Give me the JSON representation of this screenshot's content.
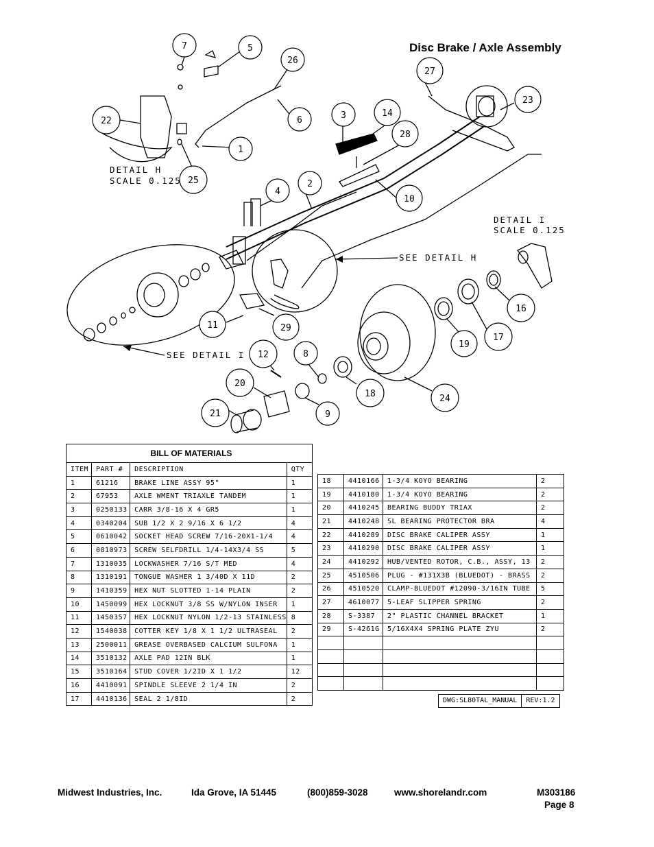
{
  "page_title": "Disc Brake / Axle Assembly",
  "detail_h": {
    "line1": "DETAIL  H",
    "line2": "SCALE  0.125"
  },
  "detail_i": {
    "line1": "DETAIL  I",
    "line2": "SCALE  0.125"
  },
  "see_detail_h": "SEE DETAIL  H",
  "see_detail_i": "SEE DETAIL  I",
  "callouts": [
    "7",
    "5",
    "26",
    "22",
    "6",
    "1",
    "25",
    "3",
    "14",
    "28",
    "27",
    "23",
    "4",
    "2",
    "10",
    "16",
    "17",
    "19",
    "11",
    "29",
    "12",
    "8",
    "20",
    "18",
    "24",
    "21",
    "9"
  ],
  "bom": {
    "title": "BILL OF MATERIALS",
    "headers": [
      "ITEM",
      "PART #",
      "DESCRIPTION",
      "QTY"
    ],
    "rows_left": [
      [
        "1",
        "61216",
        "BRAKE LINE ASSY 95\"",
        "1"
      ],
      [
        "2",
        "67953",
        "AXLE WMENT   TRIAXLE TANDEM",
        "1"
      ],
      [
        "3",
        "0250133",
        "CARR 3/8-16 X 4 GR5",
        "1"
      ],
      [
        "4",
        "0340204",
        "SUB 1/2 X 2 9/16 X 6 1/2",
        "4"
      ],
      [
        "5",
        "0610042",
        "SOCKET HEAD SCREW 7/16-20X1-1/4",
        "4"
      ],
      [
        "6",
        "0810973",
        "SCREW SELFDRILL  1/4-14X3/4 SS",
        "5"
      ],
      [
        "7",
        "1310035",
        "LOCKWASHER 7/16 S/T MED",
        "4"
      ],
      [
        "8",
        "1310191",
        "TONGUE WASHER 1 3/40D X 11D",
        "2"
      ],
      [
        "9",
        "1410359",
        "HEX NUT SLOTTED 1-14 PLAIN",
        "2"
      ],
      [
        "10",
        "1450099",
        "HEX LOCKNUT 3/8 SS W/NYLON INSER",
        "1"
      ],
      [
        "11",
        "1450357",
        "HEX LOCKNUT NYLON 1/2-13 STAINLESS",
        "8"
      ],
      [
        "12",
        "1540038",
        "COTTER KEY 1/8 X 1 1/2 ULTRASEAL",
        "2"
      ],
      [
        "13",
        "2500011",
        "GREASE OVERBASED CALCIUM SULFONA",
        "1"
      ],
      [
        "14",
        "3510132",
        "AXLE PAD 12IN  BLK",
        "1"
      ],
      [
        "15",
        "3510164",
        "STUD COVER 1/2ID X 1 1/2",
        "12"
      ],
      [
        "16",
        "4410091",
        "SPINDLE SLEEVE 2 1/4 IN",
        "2"
      ],
      [
        "17",
        "4410136",
        "SEAL  2 1/8ID",
        "2"
      ]
    ],
    "rows_right": [
      [
        "18",
        "4410166",
        "1-3/4 KOYO BEARING",
        "2"
      ],
      [
        "19",
        "4410180",
        "1-3/4 KOYO BEARING",
        "2"
      ],
      [
        "20",
        "4410245",
        "BEARING BUDDY TRIAX",
        "2"
      ],
      [
        "21",
        "4410248",
        "SL BEARING PROTECTOR BRA",
        "4"
      ],
      [
        "22",
        "4410289",
        "DISC BRAKE CALIPER ASSY",
        "1"
      ],
      [
        "23",
        "4410290",
        "DISC BRAKE CALIPER ASSY",
        "1"
      ],
      [
        "24",
        "4410292",
        "HUB/VENTED ROTOR, C.B., ASSY, 13",
        "2"
      ],
      [
        "25",
        "4510506",
        "PLUG - #131X3B (BLUEDOT) - BRASS",
        "2"
      ],
      [
        "26",
        "4510520",
        "CLAMP-BLUEDOT #12090-3/16IN TUBE",
        "5"
      ],
      [
        "27",
        "4610077",
        "5-LEAF SLIPPER SPRING",
        "2"
      ],
      [
        "28",
        "S-3387",
        "2\" PLASTIC CHANNEL BRACKET",
        "1"
      ],
      [
        "29",
        "S-4261G",
        "5/16X4X4 SPRING PLATE ZYU",
        "2"
      ],
      [
        "",
        "",
        "",
        ""
      ],
      [
        "",
        "",
        "",
        ""
      ],
      [
        "",
        "",
        "",
        ""
      ],
      [
        "",
        "",
        "",
        ""
      ]
    ],
    "dwg": "DWG:SL80TAL_MANUAL",
    "rev": "REV:1.2"
  },
  "footer": {
    "company": "Midwest Industries, Inc.",
    "location": "Ida Grove, IA  51445",
    "phone": "(800)859-3028",
    "website": "www.shorelandr.com",
    "doc_number": "M303186",
    "page": "Page 8"
  }
}
